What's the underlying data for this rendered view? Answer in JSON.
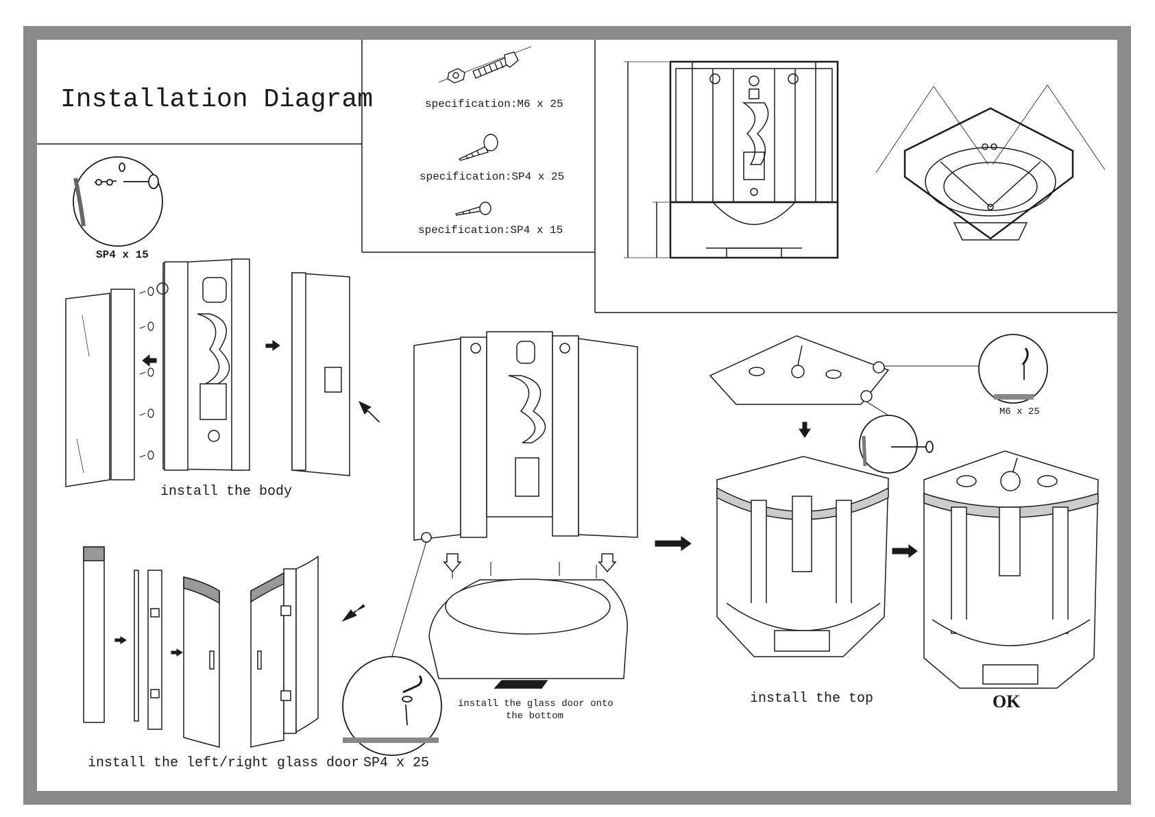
{
  "title": "Installation Diagram",
  "hardware": [
    {
      "name": "bolt-with-nut",
      "spec": "specification:M6 x 25"
    },
    {
      "name": "screw-large",
      "spec": "specification:SP4 x 25"
    },
    {
      "name": "screw-small",
      "spec": "specification:SP4 x 15"
    }
  ],
  "callouts": {
    "sp4x15": "SP4 x 15",
    "sp4x25": "SP4 x 25",
    "m6x25": "M6 x 25"
  },
  "steps": {
    "install_body": "install the body",
    "install_door": "install the left/right glass door",
    "install_door_bottom_1": "install the  glass door onto",
    "install_door_bottom_2": "the bottom",
    "install_top": "install the top",
    "ok": "OK"
  },
  "colors": {
    "frame": "#8a8a8a",
    "line": "#1a1a1a",
    "bg": "#ffffff"
  }
}
